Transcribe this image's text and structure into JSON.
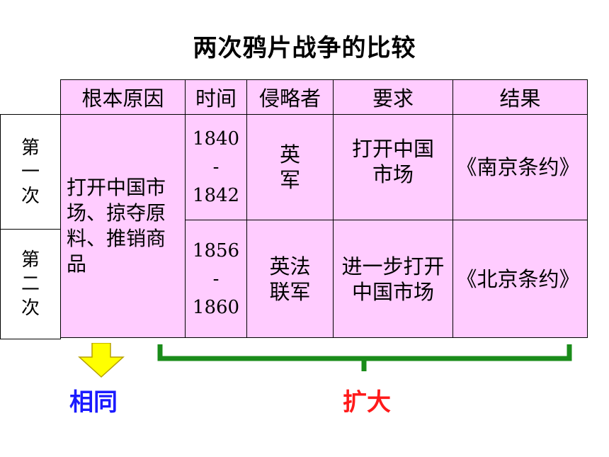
{
  "title": "两次鸦片战争的比较",
  "headers": [
    "根本原因",
    "时间",
    "侵略者",
    "要求",
    "结果"
  ],
  "rows": [
    {
      "label": "第一次",
      "time_start": "1840",
      "time_sep": "-",
      "time_end": "1842",
      "aggressor": "英军",
      "demand": "打开中国市场",
      "result": "《南京条约》"
    },
    {
      "label": "第二次",
      "time_start": "1856",
      "time_sep": "-",
      "time_end": "1860",
      "aggressor": "英法联军",
      "demand": "进一步打开中国市场",
      "result": "《北京条约》"
    }
  ],
  "shared_cause": "打开中国市场、掠夺原料、推销商品",
  "annotations": {
    "same_label": "相同",
    "expand_label": "扩大"
  },
  "colors": {
    "table_fill": "#ffccff",
    "arrow_fill": "#ffff00",
    "bracket": "#1a8c1a",
    "same_text": "#1a1aff",
    "expand_text": "#ff1a1a"
  }
}
